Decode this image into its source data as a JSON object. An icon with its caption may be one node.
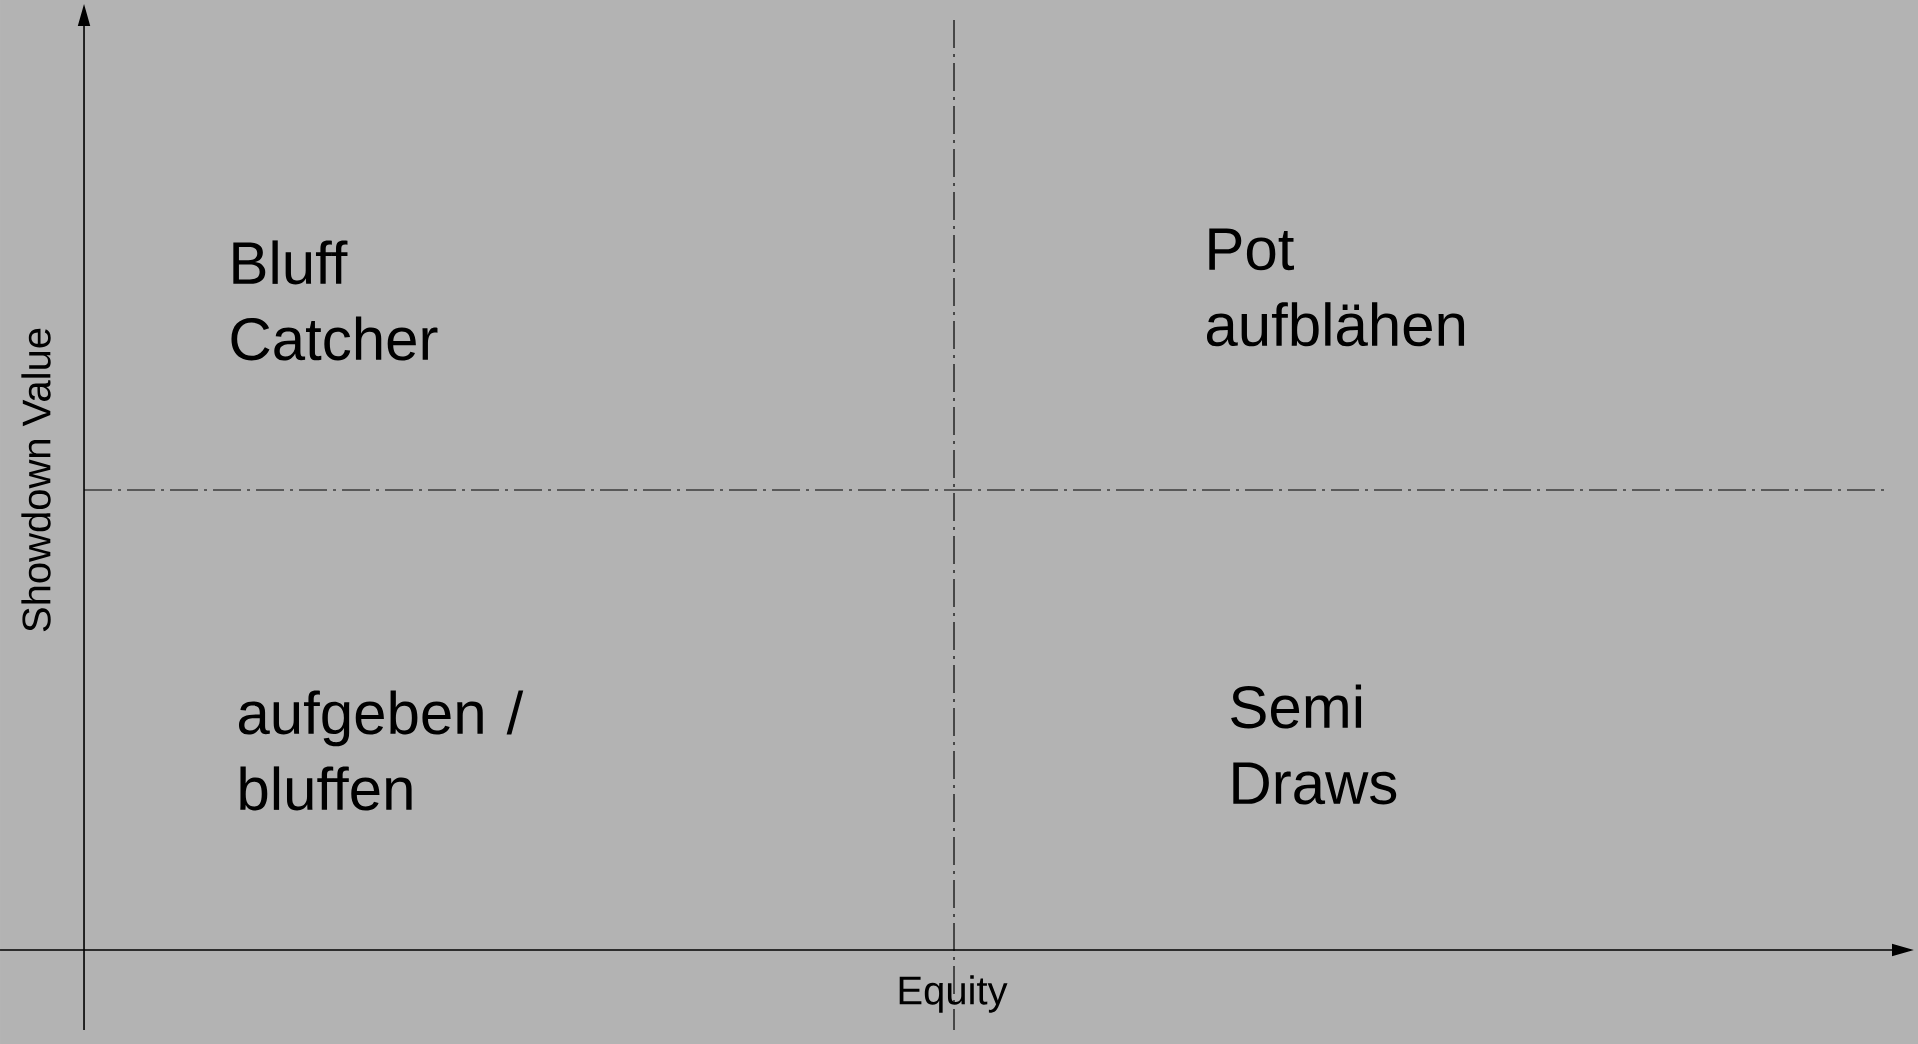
{
  "diagram": {
    "labels": [
      "Showdown Value",
      "Bluff Catcher",
      "Pot aufblähen",
      "aufgeben / bluffen",
      "Semi Draws",
      "Equity"
    ]
  }
}
